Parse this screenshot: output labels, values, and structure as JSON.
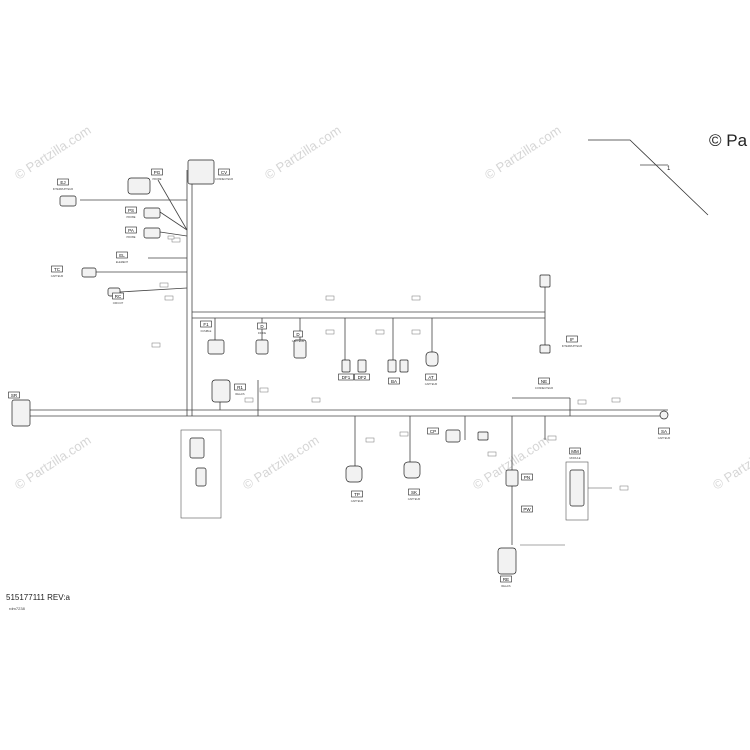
{
  "watermark": "© Partzilla.com",
  "copyright": "© Pa",
  "part_number": "515177111 REV:a",
  "drawing_number": "rdm7238",
  "callout": "1",
  "colors": {
    "line": "#333333",
    "faint": "#9a9a9a",
    "watermark": "#d6d6d6"
  },
  "connectors": [
    {
      "code": "PG",
      "desc": "PROBE"
    },
    {
      "code": "CV",
      "desc": "CONNECTEUR"
    },
    {
      "code": "EJ",
      "desc": "INTERRUPTEUR"
    },
    {
      "code": "PS",
      "desc": "PROBE"
    },
    {
      "code": "PA",
      "desc": "PROBE"
    },
    {
      "code": "EL",
      "desc": "ELEMENT"
    },
    {
      "code": "TC",
      "desc": "CAPTEUR"
    },
    {
      "code": "RC",
      "desc": "CIRCUIT"
    },
    {
      "code": "F1",
      "desc": "FUSIBLE"
    },
    {
      "code": "D",
      "desc": "DIODE"
    },
    {
      "code": "D",
      "desc": "CAPTEUR"
    },
    {
      "code": "R1",
      "desc": "RELAIS"
    },
    {
      "code": "DF1",
      "desc": ""
    },
    {
      "code": "DF2",
      "desc": ""
    },
    {
      "code": "BA",
      "desc": ""
    },
    {
      "code": "AT",
      "desc": "CAPTEUR"
    },
    {
      "code": "IF",
      "desc": "INTERRUPTEUR"
    },
    {
      "code": "NE",
      "desc": "CONNECTEUR"
    },
    {
      "code": "SA",
      "desc": "CAPTEUR"
    },
    {
      "code": "CP",
      "desc": ""
    },
    {
      "code": "TP",
      "desc": "CAPTEUR"
    },
    {
      "code": "SK",
      "desc": "CAPTEUR"
    },
    {
      "code": "MM",
      "desc": "MODULE"
    },
    {
      "code": "PN",
      "desc": ""
    },
    {
      "code": "PW",
      "desc": ""
    },
    {
      "code": "RE",
      "desc": "RELAIS"
    },
    {
      "code": "SR",
      "desc": ""
    }
  ]
}
